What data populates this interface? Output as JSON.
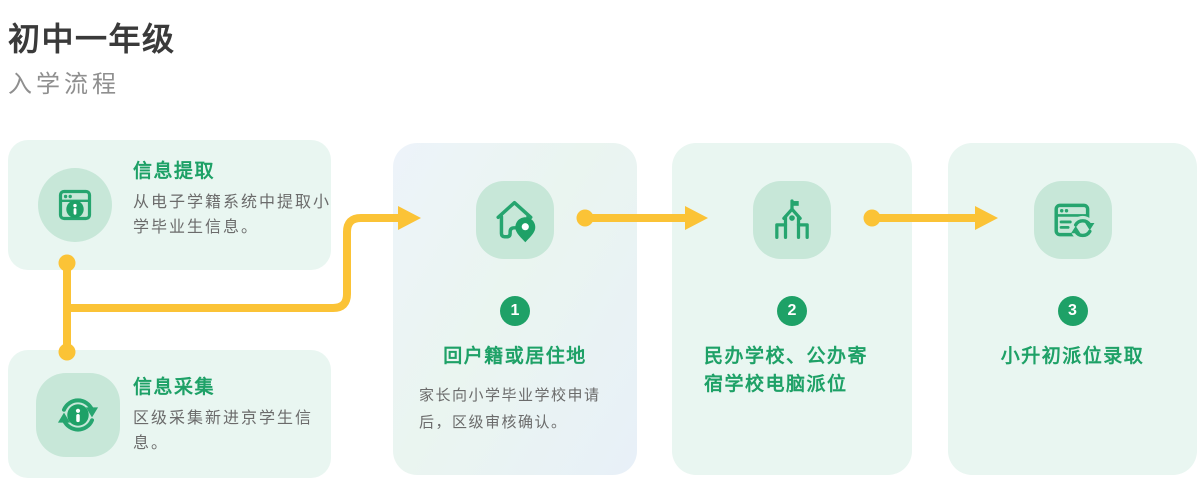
{
  "header": {
    "title": "初中一年级",
    "subtitle": "入学流程"
  },
  "source_cards": [
    {
      "icon": "browser-info-icon",
      "title": "信息提取",
      "description": "从电子学籍系统中提取小学毕业生信息。"
    },
    {
      "icon": "sync-info-icon",
      "title": "信息采集",
      "description": "区级采集新进京学生信息。"
    }
  ],
  "steps": [
    {
      "number": "1",
      "icon": "house-location-icon",
      "title": "回户籍或居住地",
      "description": "家长向小学毕业学校申请后，区级审核确认。"
    },
    {
      "number": "2",
      "icon": "school-building-icon",
      "title": "民办学校、公办寄宿学校电脑派位"
    },
    {
      "number": "3",
      "icon": "browser-sync-icon",
      "title": "小升初派位录取"
    }
  ],
  "colors": {
    "green": "#1ea167",
    "green_stroke": "#26a56f",
    "icon_bg": "#c7e7d8",
    "card_bg": "#e9f6f1",
    "arrow_yellow": "#fbc336",
    "heading_text": "#3a3a3a",
    "subtitle_text": "#8f8f8f",
    "body_text": "#6b6b6b"
  }
}
